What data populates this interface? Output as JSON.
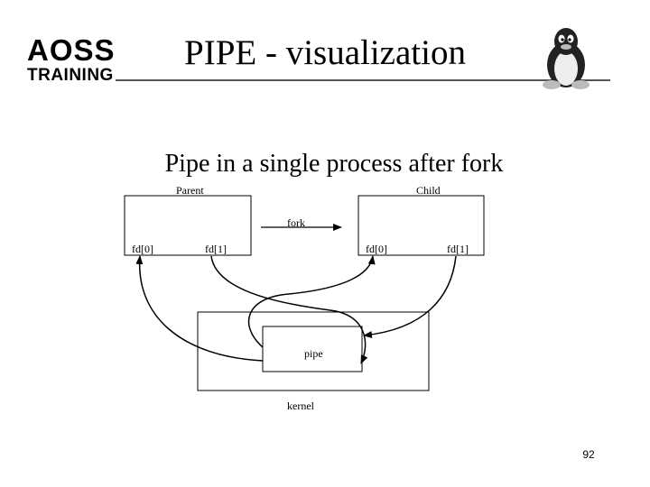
{
  "logo": {
    "line1": "AOSS",
    "line2": "TRAINING"
  },
  "title": "PIPE - visualization",
  "subtitle": "Pipe in a single process  after fork",
  "diagram": {
    "parent_label": "Parent",
    "child_label": "Child",
    "fork_label": "fork",
    "parent_fd0": "fd[0]",
    "parent_fd1": "fd[1]",
    "child_fd0": "fd[0]",
    "child_fd1": "fd[1]",
    "pipe_label": "pipe",
    "kernel_label": "kernel"
  },
  "page_number": "92"
}
